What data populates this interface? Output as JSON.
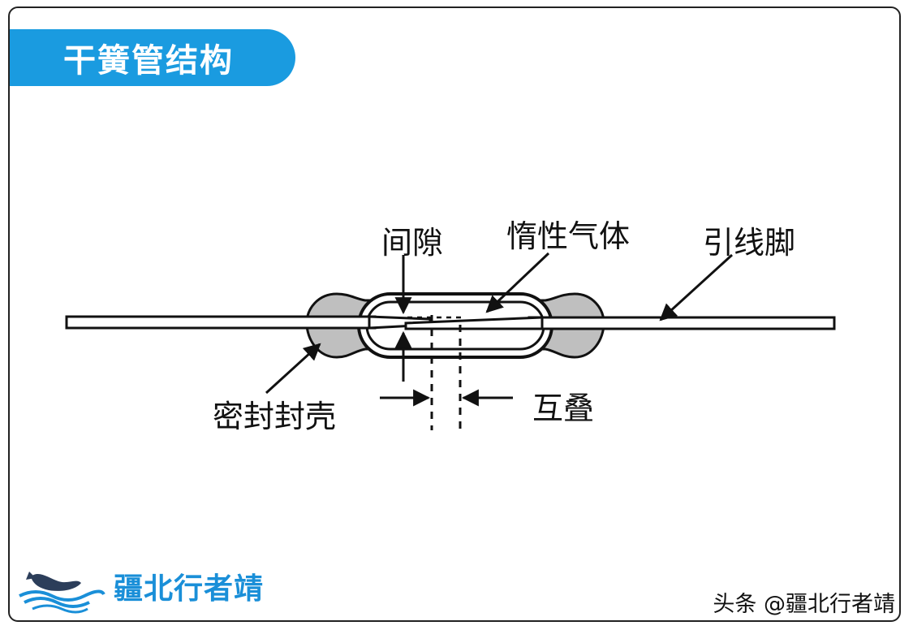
{
  "title": "干簧管结构",
  "labels": {
    "gap": "间隙",
    "inert_gas": "惰性气体",
    "lead": "引线脚",
    "seal": "密封封壳",
    "overlap": "互叠"
  },
  "brand": {
    "name": "疆北行者靖",
    "logo_icon": "whale-wave-logo-icon"
  },
  "credit": "头条 @疆北行者靖",
  "colors": {
    "accent": "#1a9be0",
    "brand_text": "#1a8fd8",
    "line": "#111111",
    "seal_fill": "#bfbfbf"
  }
}
